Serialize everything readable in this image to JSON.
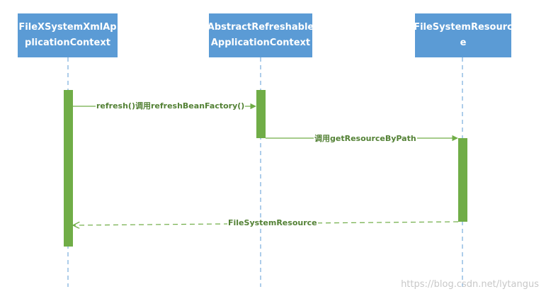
{
  "participants": [
    {
      "id": "p1",
      "label": "FileXSystemXmlAp\nplicationContext"
    },
    {
      "id": "p2",
      "label": "AbstractRefreshable\nApplicationContext"
    },
    {
      "id": "p3",
      "label": "FileSystemResourc\ne"
    }
  ],
  "messages": [
    {
      "from": "p1",
      "to": "p2",
      "label": "refresh()调用refreshBeanFactory()",
      "style": "solid"
    },
    {
      "from": "p2",
      "to": "p3",
      "label": "调用getResourceByPath",
      "style": "solid"
    },
    {
      "from": "p3",
      "to": "p1",
      "label": "FileSystemResource",
      "style": "dashed"
    }
  ],
  "colors": {
    "participant_fill": "#5b9bd5",
    "participant_text": "#ffffff",
    "lifeline": "#5b9bd5",
    "activation": "#70ad47",
    "message": "#70ad47",
    "message_text": "#538135"
  },
  "watermark": "https://blog.csdn.net/lytangus"
}
